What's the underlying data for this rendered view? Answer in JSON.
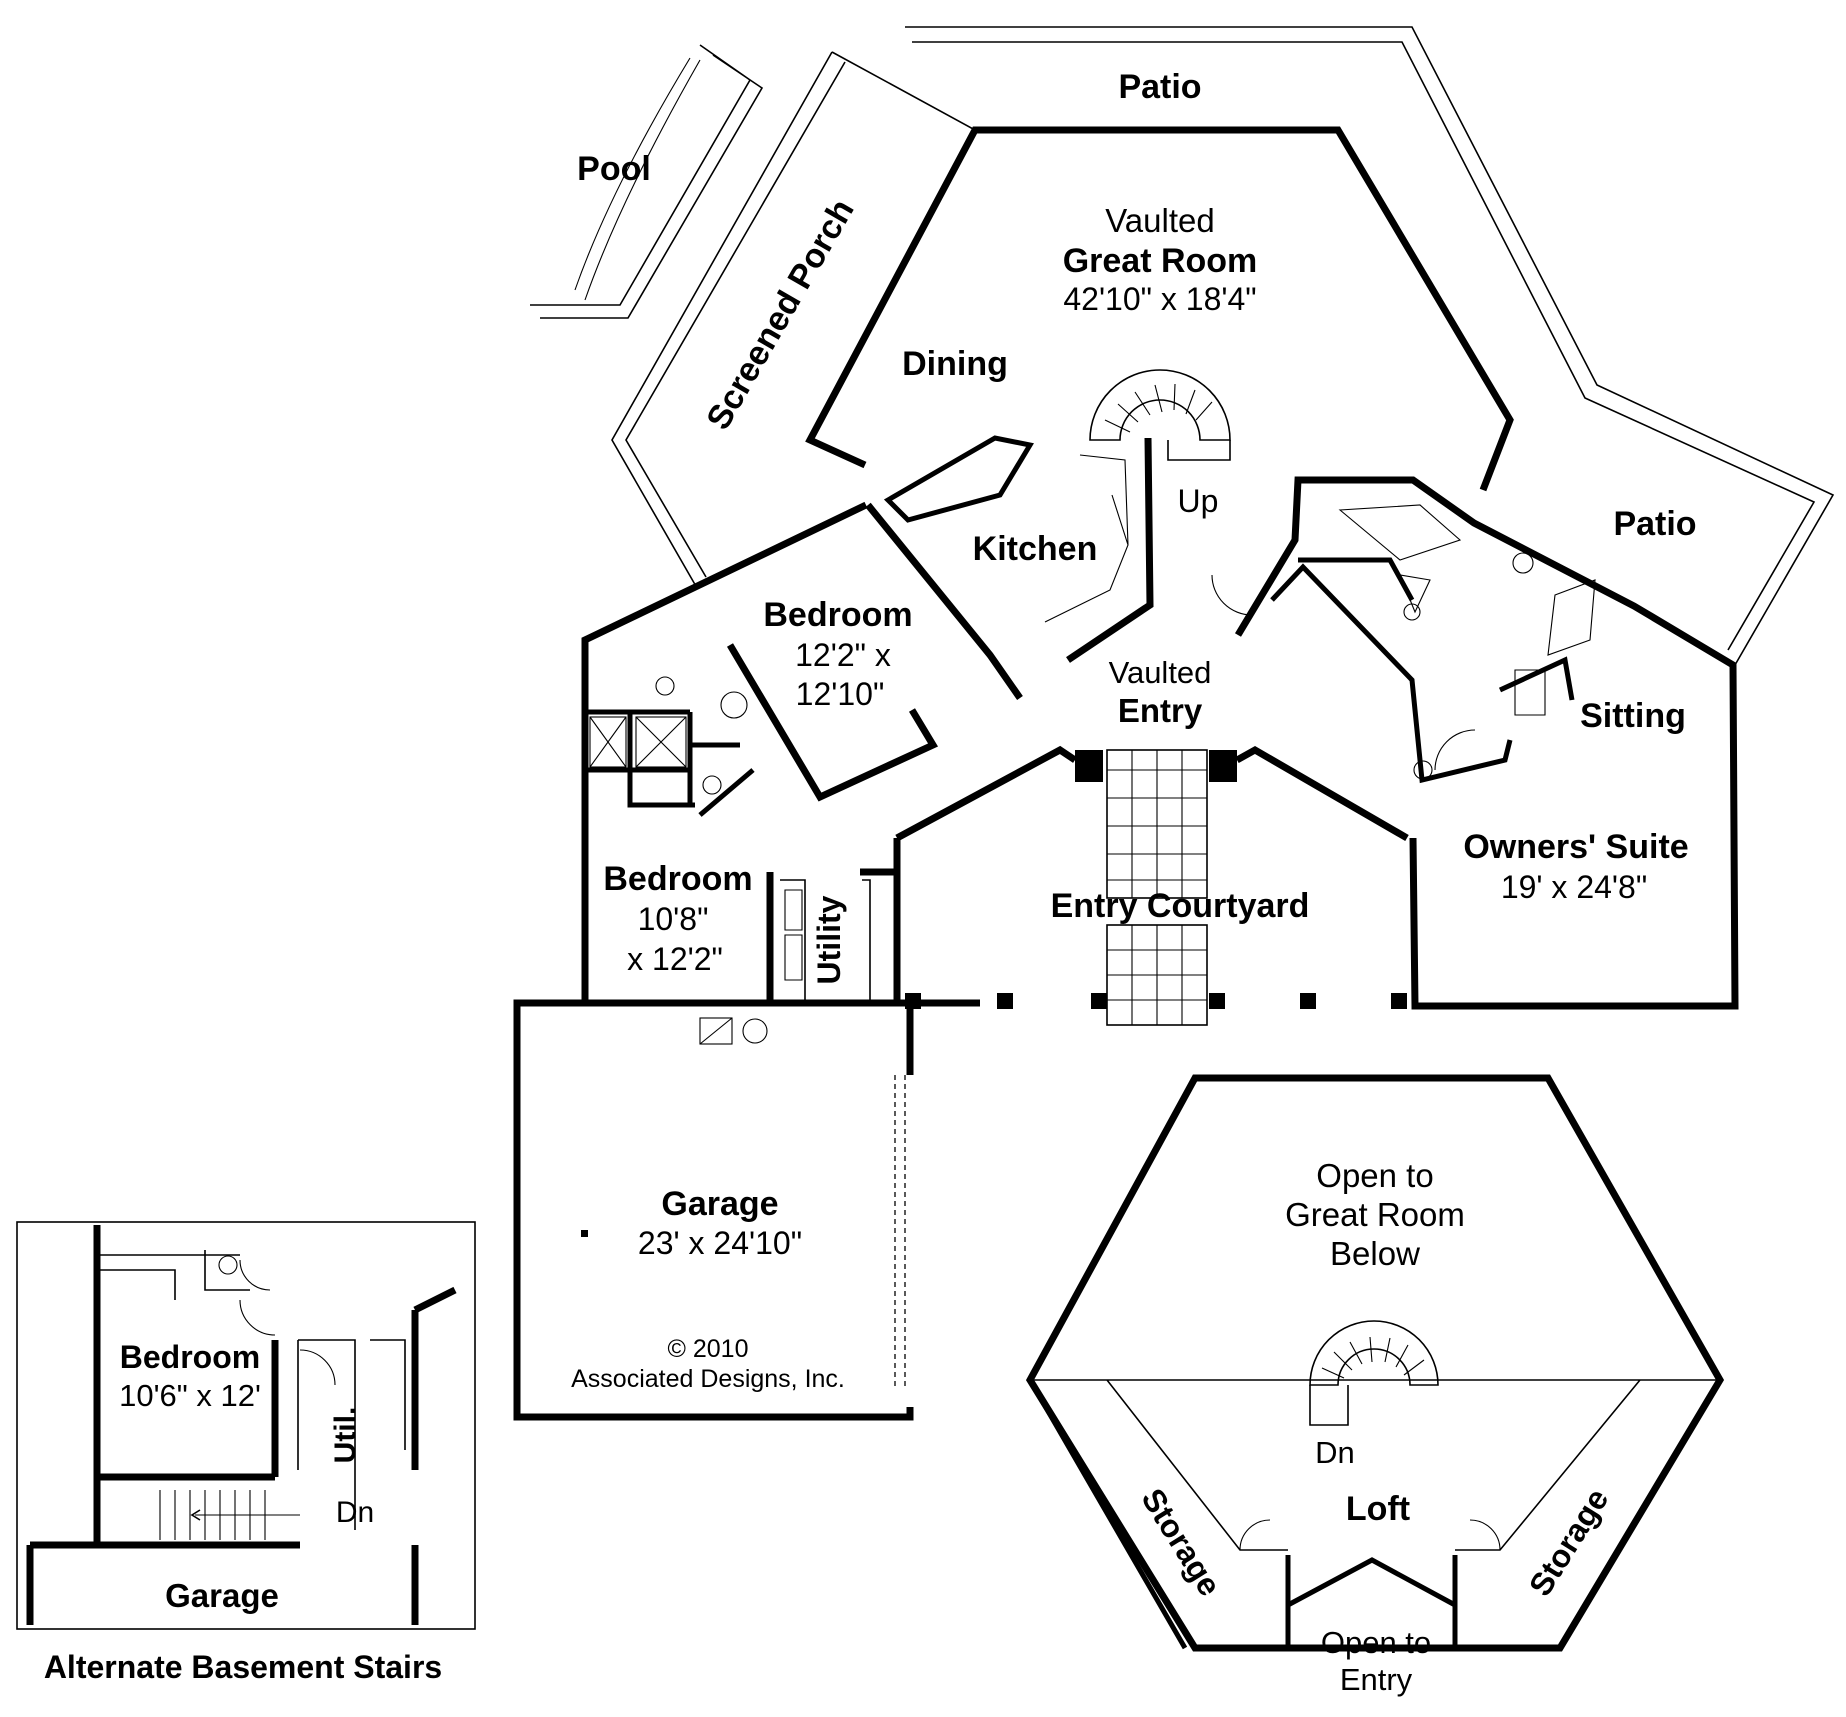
{
  "main_plan": {
    "pool": "Pool",
    "patio_top": "Patio",
    "patio_right": "Patio",
    "screened_porch": "Screened Porch",
    "great_room": {
      "prefix": "Vaulted",
      "name": "Great Room",
      "size": "42'10\" x 18'4\""
    },
    "dining": "Dining",
    "up": "Up",
    "kitchen": "Kitchen",
    "bedroom1": {
      "name": "Bedroom",
      "size_line1": "12'2\" x",
      "size_line2": "12'10\""
    },
    "entry": {
      "prefix": "Vaulted",
      "name": "Entry"
    },
    "sitting": "Sitting",
    "owners_suite": {
      "name": "Owners' Suite",
      "size": "19' x 24'8\""
    },
    "bedroom2": {
      "name": "Bedroom",
      "size_line1": "10'8\"",
      "size_line2": "x 12'2\""
    },
    "utility": "Utility",
    "entry_courtyard": "Entry Courtyard",
    "garage": {
      "name": "Garage",
      "size": "23' x 24'10\""
    },
    "copyright_line1": "© 2010",
    "copyright_line2": "Associated Designs, Inc."
  },
  "loft_plan": {
    "open_great_room_1": "Open to",
    "open_great_room_2": "Great Room",
    "open_great_room_3": "Below",
    "dn": "Dn",
    "loft": "Loft",
    "storage_left": "Storage",
    "storage_right": "Storage",
    "open_entry_1": "Open to",
    "open_entry_2": "Entry"
  },
  "basement_inset": {
    "bedroom": {
      "name": "Bedroom",
      "size": "10'6\" x 12'"
    },
    "util": "Util.",
    "dn": "Dn",
    "garage": "Garage",
    "caption": "Alternate Basement Stairs"
  }
}
